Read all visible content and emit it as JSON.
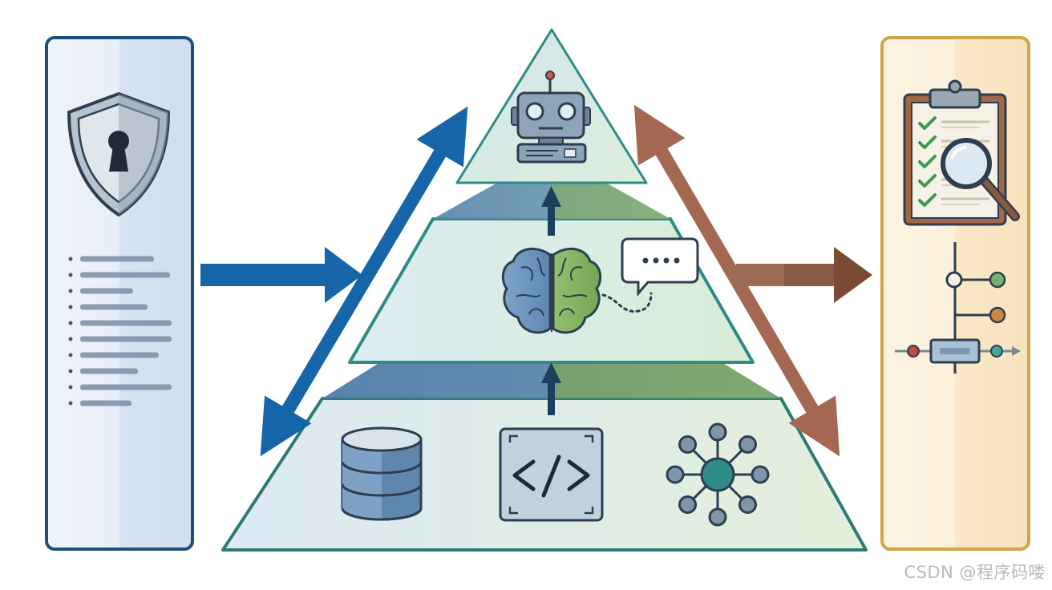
{
  "watermark": "CSDN @程序码喽",
  "colors": {
    "blue_dark": "#1f4e79",
    "blue_arrow": "#1565a8",
    "green": "#6a9a4e",
    "brown": "#9a5a45",
    "gold": "#d2a54a",
    "teal": "#2e8b86"
  },
  "left_panel": {
    "icon": "shield-lock-icon",
    "text_lines": 10
  },
  "pyramid": {
    "top_layer": {
      "icon": "robot-icon"
    },
    "middle_layer": {
      "icons": [
        "brain-icon",
        "speech-bubble-icon"
      ]
    },
    "base_layer": {
      "icons": [
        "database-icon",
        "code-icon",
        "network-graph-icon"
      ]
    }
  },
  "right_panel": {
    "icons": [
      "clipboard-checklist-icon",
      "magnifier-icon",
      "flow-timeline-icon"
    ],
    "checklist_items": 5
  }
}
